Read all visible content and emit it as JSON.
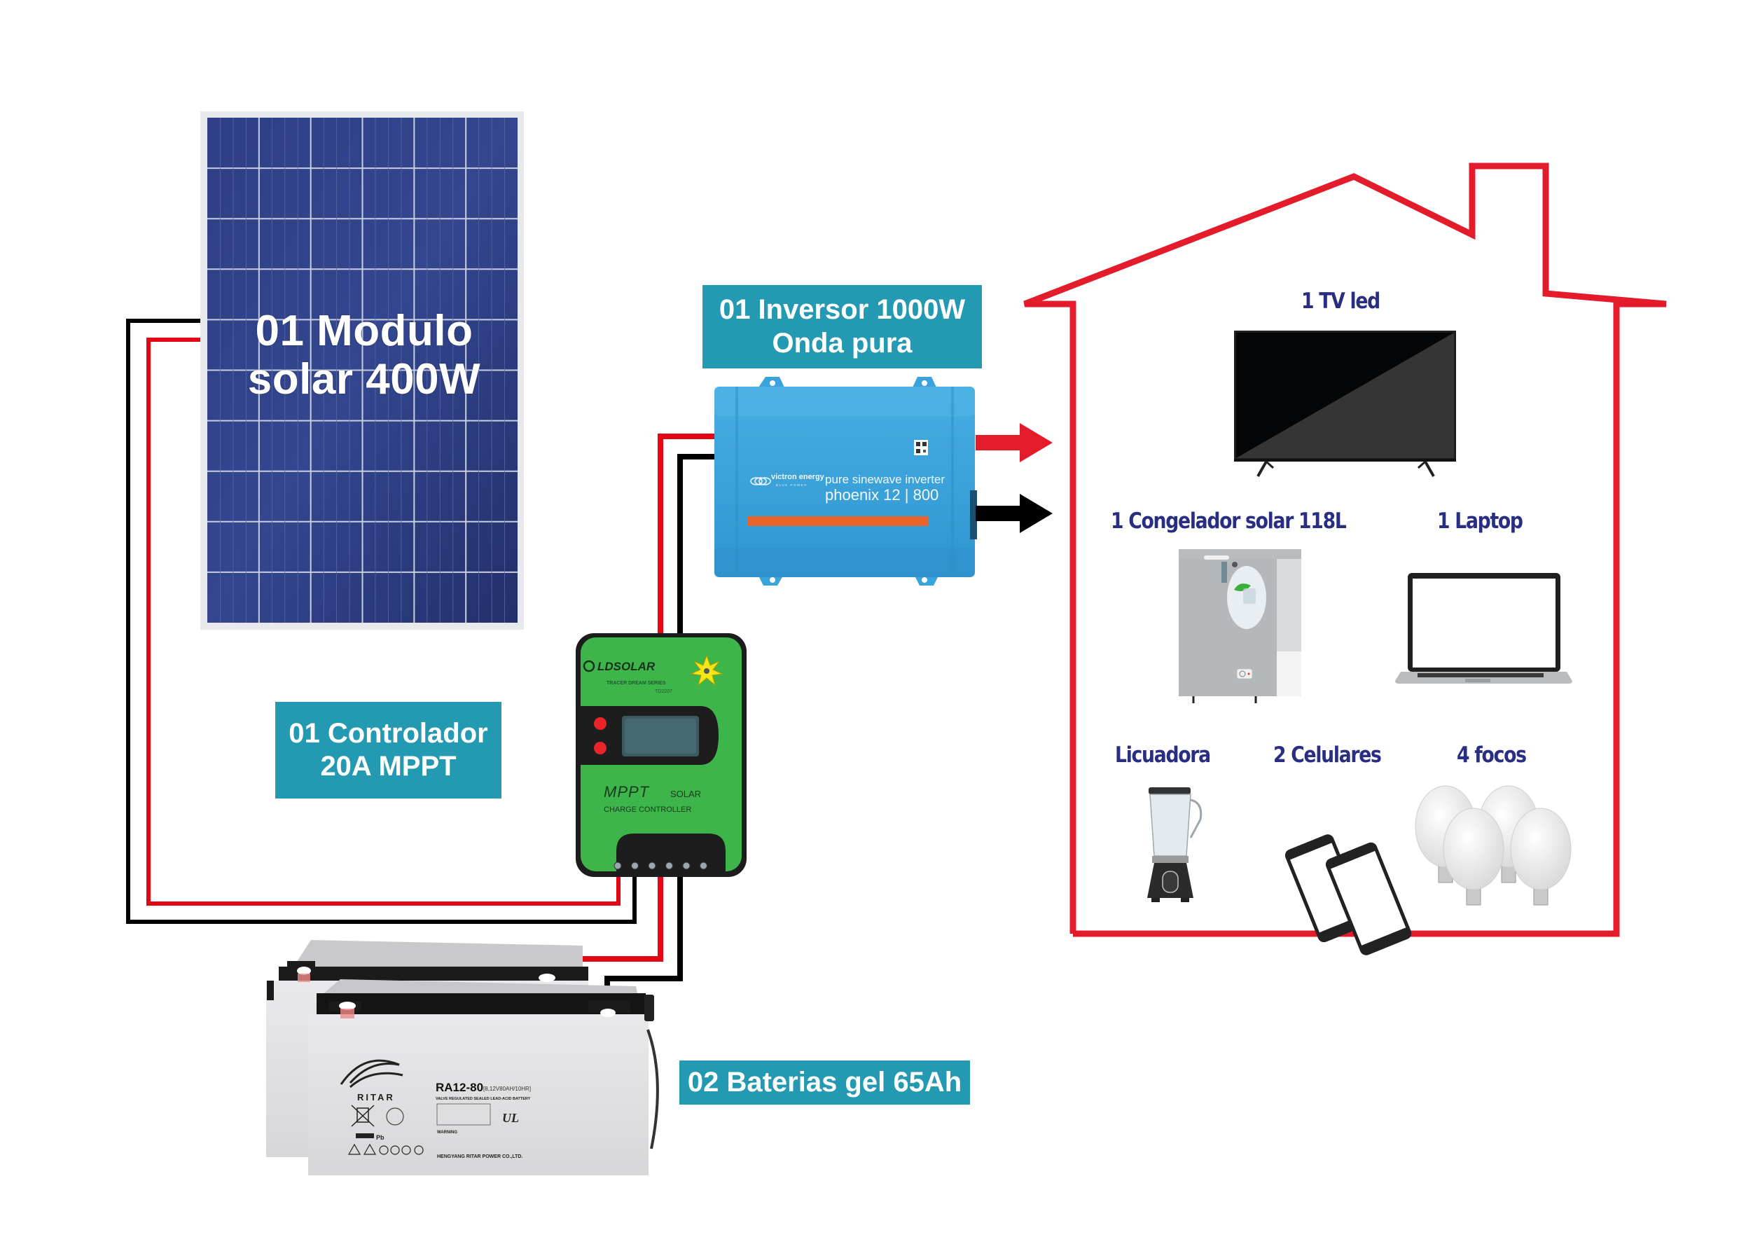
{
  "diagram": {
    "title": "Sistema solar aislado",
    "colors": {
      "label_box": "#2399b2",
      "label_text": "#ffffff",
      "house_outline": "#e31b2b",
      "house_text": "#2a2e83",
      "wire_positive": "#e30613",
      "wire_negative": "#000000",
      "panel_cells": "#2b3a7a",
      "inverter_body": "#3aa3dc",
      "controller_body": "#3db54a"
    },
    "components": {
      "solar_panel": {
        "label_lines": [
          "01 Modulo",
          "solar 400W"
        ],
        "icon": "solar-panel-icon"
      },
      "inverter": {
        "label_lines": [
          "01 Inversor 1000W",
          "Onda pura"
        ],
        "brand": "victron energy",
        "brand_sub": "BLUE POWER",
        "product_line1": "pure sinewave inverter",
        "product_line2": "phoenix 12 | 800",
        "icon": "inverter-icon"
      },
      "controller": {
        "label_lines": [
          "01 Controlador",
          "20A MPPT"
        ],
        "brand": "LDSOLAR",
        "series": "TRACER DREAM SERIES",
        "model": "TD2207",
        "mppt": "MPPT",
        "solar": "SOLAR",
        "charge_controller": "CHARGE CONTROLLER",
        "icon": "charge-controller-icon"
      },
      "batteries": {
        "label_lines": [
          "02 Baterias gel 65Ah"
        ],
        "brand": "RITAR",
        "model": "RA12-80",
        "spec": "[8,12V80AH/10HR]",
        "type": "VALVE REGULATED SEALED LEAD-ACID BATTERY",
        "warning": "WARNING",
        "maker": "HENGYANG RITAR POWER CO.,LTD.",
        "pb": "Pb",
        "icon": "battery-icon"
      }
    },
    "house": {
      "icon": "house-outline-icon",
      "loads": [
        {
          "label": "1 TV led",
          "icon": "tv-icon"
        },
        {
          "label": "1 Congelador solar 118L",
          "icon": "freezer-icon"
        },
        {
          "label": "1 Laptop",
          "icon": "laptop-icon"
        },
        {
          "label": "Licuadora",
          "icon": "blender-icon"
        },
        {
          "label": "2 Celulares",
          "icon": "smartphone-icon"
        },
        {
          "label": "4 focos",
          "icon": "light-bulb-icon"
        }
      ]
    },
    "connections": [
      {
        "from": "solar_panel",
        "to": "controller",
        "polarity": [
          "positive",
          "negative"
        ]
      },
      {
        "from": "controller",
        "to": "batteries",
        "polarity": [
          "positive",
          "negative"
        ]
      },
      {
        "from": "batteries",
        "to": "inverter",
        "polarity": [
          "positive",
          "negative"
        ]
      },
      {
        "from": "inverter",
        "to": "house",
        "polarity": [
          "positive",
          "negative"
        ]
      }
    ]
  }
}
